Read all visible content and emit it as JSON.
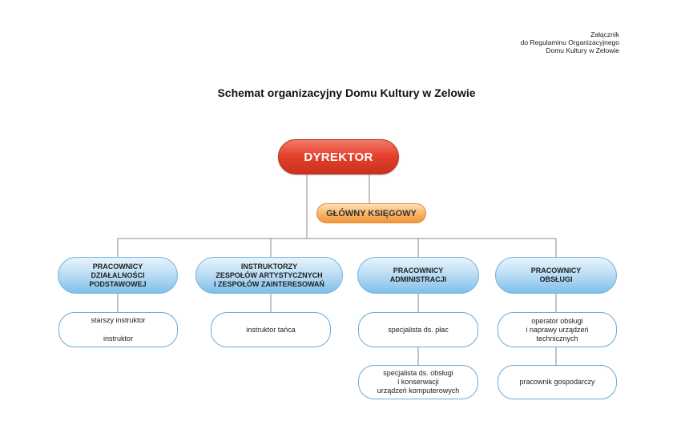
{
  "annex": {
    "line1": "Załącznik",
    "line2": "do Regulaminu Organizacyjnego",
    "line3": "Domu Kultury w Zelowie"
  },
  "title": "Schemat organizacyjny Domu Kultury w Zelowie",
  "director": "DYREKTOR",
  "accountant": "GŁÓWNY KSIĘGOWY",
  "departments": [
    {
      "lines": [
        "PRACOWNICY",
        "DZIAŁALNOŚCI",
        "PODSTAWOWEJ"
      ]
    },
    {
      "lines": [
        "INSTRUKTORZY",
        "ZESPOŁÓW ARTYSTYCZNYCH",
        "I ZESPOŁÓW ZAINTERESOWAŃ"
      ]
    },
    {
      "lines": [
        "PRACOWNICY",
        "ADMINISTRACJI"
      ]
    },
    {
      "lines": [
        "PRACOWNICY",
        "OBSŁUGI"
      ]
    }
  ],
  "positions": {
    "dept1_a": "starszy instruktor",
    "dept1_b": "instruktor",
    "dept2_a": "instruktor tańca",
    "dept3_a": "specjalista ds. płac",
    "dept3_b": [
      "specjalista ds. obsługi",
      "i konserwacji",
      "urządzeń komputerowych"
    ],
    "dept4_a": [
      "operator obsługi",
      "i naprawy urządzeń",
      "technicznych"
    ],
    "dept4_b": "pracownik gospodarczy"
  }
}
